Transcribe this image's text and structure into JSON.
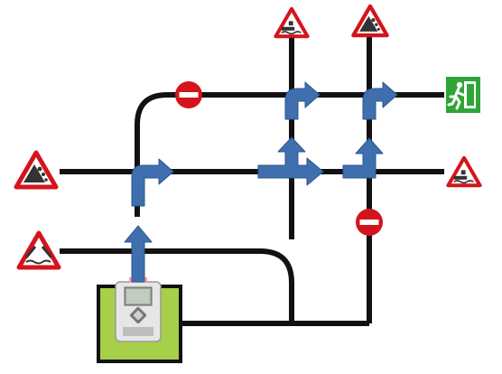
{
  "diagram": {
    "colors": {
      "road": "#111111",
      "arrow_fill": "#3f6fae",
      "arrow_stroke": "#2b568e",
      "no_entry": "#d4141c",
      "warning_border": "#d4141c",
      "exit_green": "#2fa535",
      "start_box": "#a6cf4a",
      "background": "#ffffff"
    },
    "signs": [
      {
        "name": "rockfall-warning-sign-left-upper",
        "icon": "falling-rocks-warning"
      },
      {
        "name": "bridge-warning-sign-left-lower",
        "icon": "opening-bridge-warning"
      },
      {
        "name": "quay-warning-sign-top-middle",
        "icon": "quay-edge-warning"
      },
      {
        "name": "rockfall-warning-sign-top-right",
        "icon": "falling-rocks-warning"
      },
      {
        "name": "quay-warning-sign-right",
        "icon": "quay-edge-warning"
      },
      {
        "name": "exit-sign",
        "icon": "emergency-exit-running-man"
      },
      {
        "name": "no-entry-sign-top",
        "icon": "no-entry"
      },
      {
        "name": "no-entry-sign-right",
        "icon": "no-entry"
      }
    ],
    "start": {
      "icon": "robot-brick-controller"
    }
  }
}
